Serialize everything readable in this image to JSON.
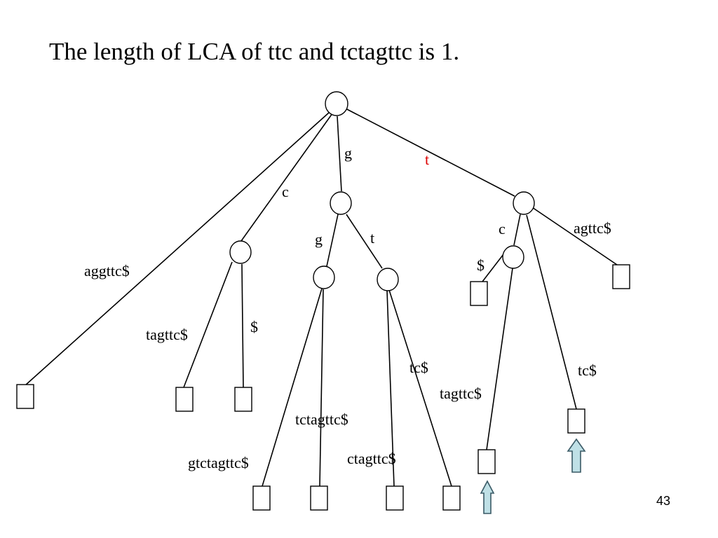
{
  "title": "The length of LCA of ttc and tctagttc is 1.",
  "page_number": "43",
  "colors": {
    "line": "#000000",
    "text": "#000000",
    "highlight": "#dd0000",
    "arrow_fill": "#bfe0e6",
    "arrow_stroke": "#3a5a66"
  },
  "edge_labels": {
    "root_to_leaf_aggttc": "aggttc$",
    "root_to_c": "c",
    "root_to_g": "g",
    "root_to_t": "t",
    "c_to_tagttc": "tagttc$",
    "c_to_end": "$",
    "g_to_g": "g",
    "g_to_t": "t",
    "gg_to_gtctagttc": "gtctagttc$",
    "gg_to_tctagttc": "tctagttc$",
    "gt_to_ctagttc": "ctagttc$",
    "gt_to_tc": "tc$",
    "t_to_c": "c",
    "t_to_agttc": "agttc$",
    "tc_to_end": "$",
    "tc_to_tagttc": "tagttc$",
    "t_to_tc": "tc$"
  },
  "highlighted_edge": "root_to_t",
  "arrow_icon": "up-arrow-icon"
}
